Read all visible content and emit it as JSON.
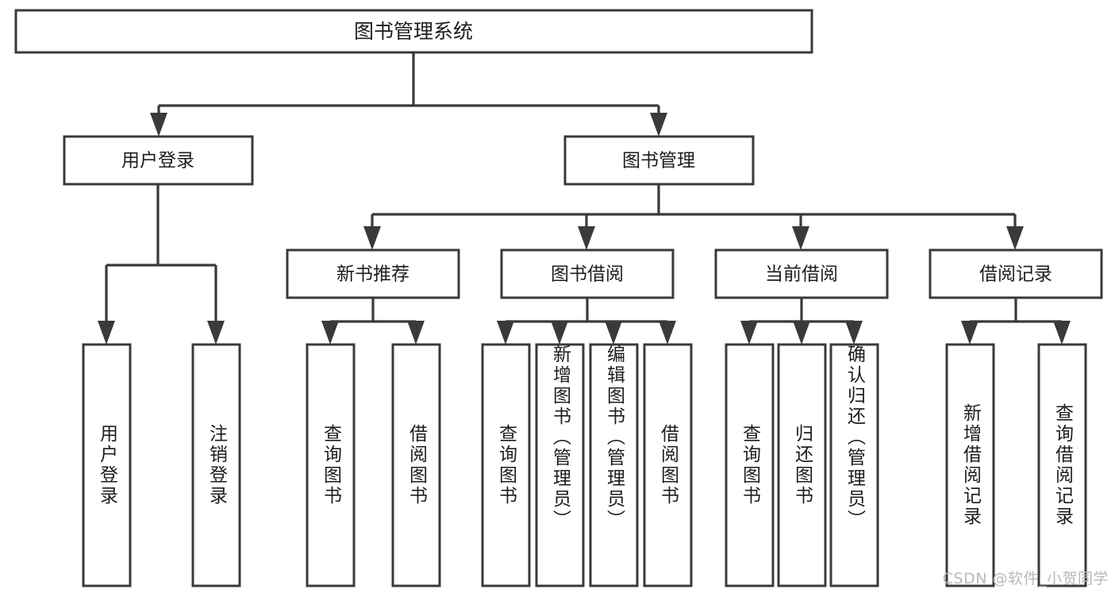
{
  "diagram": {
    "type": "tree-hierarchy-chart",
    "title": "图书管理系统",
    "background_color": "#ffffff",
    "line_color": "#3a3a3a",
    "text_color": "#1d1d1d",
    "root": {
      "label": "图书管理系统",
      "level": 0
    },
    "level1": [
      {
        "label": "用户登录"
      },
      {
        "label": "图书管理"
      }
    ],
    "level2": [
      {
        "label": "新书推荐",
        "parent": "图书管理"
      },
      {
        "label": "图书借阅",
        "parent": "图书管理"
      },
      {
        "label": "当前借阅",
        "parent": "图书管理"
      },
      {
        "label": "借阅记录",
        "parent": "图书管理"
      }
    ],
    "leaves": {
      "user_login": [
        {
          "label": "用户登录"
        },
        {
          "label": "注销登录"
        }
      ],
      "new_book_recommend": [
        {
          "label": "查询图书"
        },
        {
          "label": "借阅图书"
        }
      ],
      "book_borrow": [
        {
          "label": "查询图书"
        },
        {
          "label": "新增图书（管理员）"
        },
        {
          "label": "编辑图书（管理员）"
        },
        {
          "label": "借阅图书"
        }
      ],
      "current_borrow": [
        {
          "label": "查询图书"
        },
        {
          "label": "归还图书"
        },
        {
          "label": "确认归还（管理员）"
        }
      ],
      "borrow_record": [
        {
          "label": "新增借阅记录"
        },
        {
          "label": "查询借阅记录"
        }
      ]
    }
  },
  "watermark": {
    "text": "CSDN @软件_小贺同学"
  }
}
